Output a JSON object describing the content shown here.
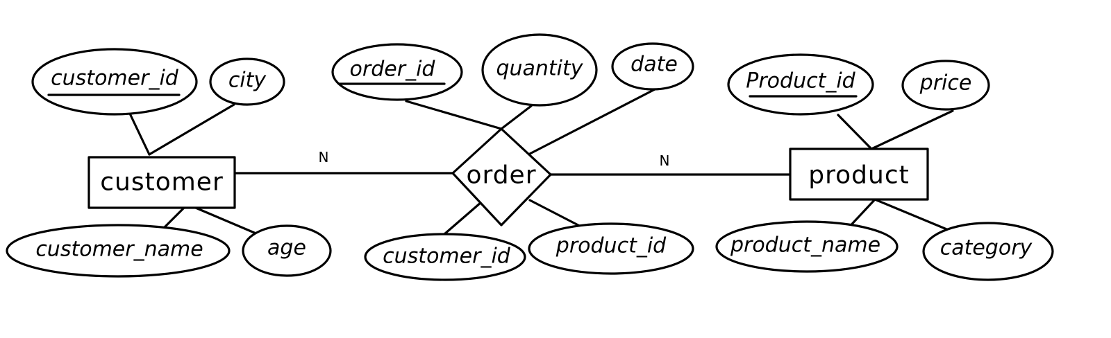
{
  "diagram": {
    "type": "entity-relationship",
    "entities": [
      {
        "name": "customer",
        "attributes": [
          {
            "label": "customer_id",
            "key": true
          },
          {
            "label": "city",
            "key": false
          },
          {
            "label": "customer_name",
            "key": false
          },
          {
            "label": "age",
            "key": false
          }
        ]
      },
      {
        "name": "product",
        "attributes": [
          {
            "label": "Product_id",
            "key": true
          },
          {
            "label": "price",
            "key": false
          },
          {
            "label": "product_name",
            "key": false
          },
          {
            "label": "category",
            "key": false
          }
        ]
      }
    ],
    "relationships": [
      {
        "name": "order",
        "attributes": [
          {
            "label": "order_id",
            "key": true
          },
          {
            "label": "quantity",
            "key": false
          },
          {
            "label": "date",
            "key": false
          },
          {
            "label": "customer_id",
            "key": false
          },
          {
            "label": "product_id",
            "key": false
          }
        ]
      }
    ],
    "cardinalities": {
      "customer_order": "N",
      "order_product": "N"
    },
    "colors": {
      "ink": "#000000",
      "background": "#ffffff"
    }
  }
}
